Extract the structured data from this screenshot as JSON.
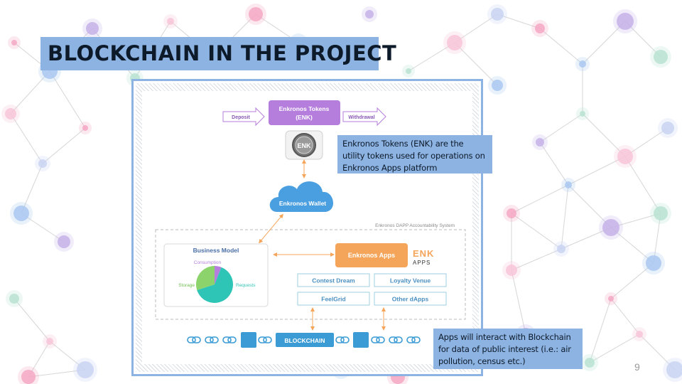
{
  "slide": {
    "title": "BLOCKCHAIN IN THE PROJECT",
    "page_number": "9"
  },
  "diagram": {
    "deposit_label": "Deposit",
    "withdrawal_label": "Withdrawal",
    "tokens_label": "Enkronos Tokens\n(ENK)",
    "token_coin_label": "ENK",
    "wallet_label": "Enkronos Wallet",
    "system_label": "Enkronos DAPP Accountability System",
    "business_model_title": "Business Model",
    "pie_slices": [
      {
        "label": "Consumption",
        "value": 6,
        "color": "#b57edc"
      },
      {
        "label": "Requests",
        "value": 64,
        "color": "#2ec4b6"
      },
      {
        "label": "Storage",
        "value": 30,
        "color": "#8bd36a"
      }
    ],
    "apps_label": "Enkronos Apps",
    "apps_logo_top": "ENK",
    "apps_logo_bottom": "APPS",
    "app_buttons": [
      "Contest Dream",
      "Loyalty Venue",
      "FeelGrid",
      "Other dApps"
    ],
    "blockchain_label": "BLOCKCHAIN"
  },
  "callouts": {
    "tokens_note": "Enkronos Tokens (ENK) are the utility tokens used for operations on Enkronos Apps platform",
    "apps_note": "Apps will interact with Blockchain for data of public interest (i.e.: air pollution, census etc.)"
  },
  "colors": {
    "title_bg": "#8db3e2",
    "purple": "#b57edc",
    "cloud_blue": "#4a9fe0",
    "orange": "#f5a55a",
    "teal": "#2ec4b6",
    "green": "#8bd36a",
    "chain_blue": "#3a9bd5"
  }
}
